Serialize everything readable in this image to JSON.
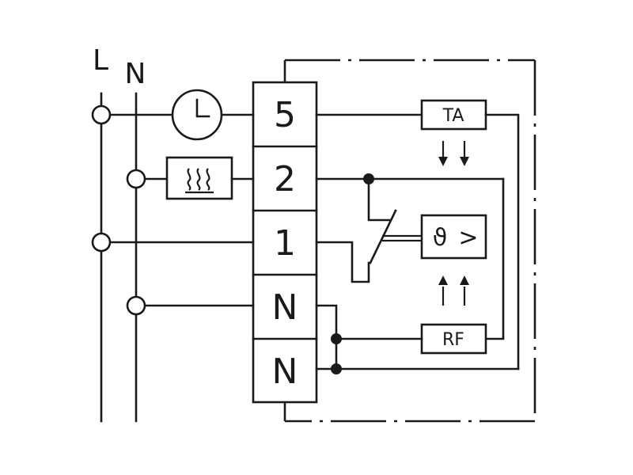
{
  "rails": {
    "line": "L",
    "neutral": "N"
  },
  "terminals": [
    "5",
    "2",
    "1",
    "N",
    "N"
  ],
  "components": {
    "ta_label": "TA",
    "rf_label": "RF",
    "thermostat_symbol": "ϑ",
    "thermostat_compare": ">"
  }
}
